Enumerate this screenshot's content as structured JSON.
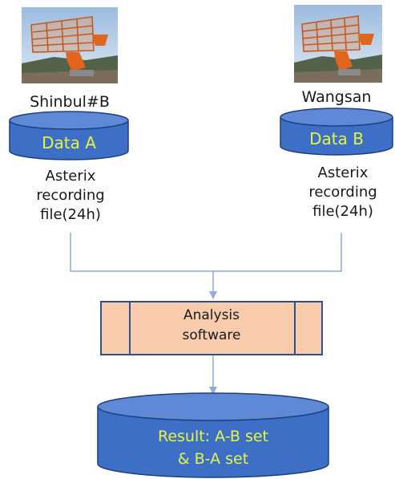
{
  "sources": [
    {
      "site": "Shinbul#B",
      "data_label": "Data A",
      "file_label": "Asterix\nrecording\nfile(24h)"
    },
    {
      "site": "Wangsan",
      "data_label": "Data B",
      "file_label": "Asterix\nrecording\nfile(24h)"
    }
  ],
  "process": {
    "label": "Analysis\nsoftware"
  },
  "result": {
    "label": "Result: A-B set\n& B-A set"
  },
  "colors": {
    "cylinder_fill": "#3d6fc7",
    "cylinder_stroke": "#1f3f7a",
    "cylinder_text": "#e6f542",
    "process_fill": "#f8cbad",
    "process_stroke": "#2f4f8f",
    "connector": "#8faadc"
  }
}
